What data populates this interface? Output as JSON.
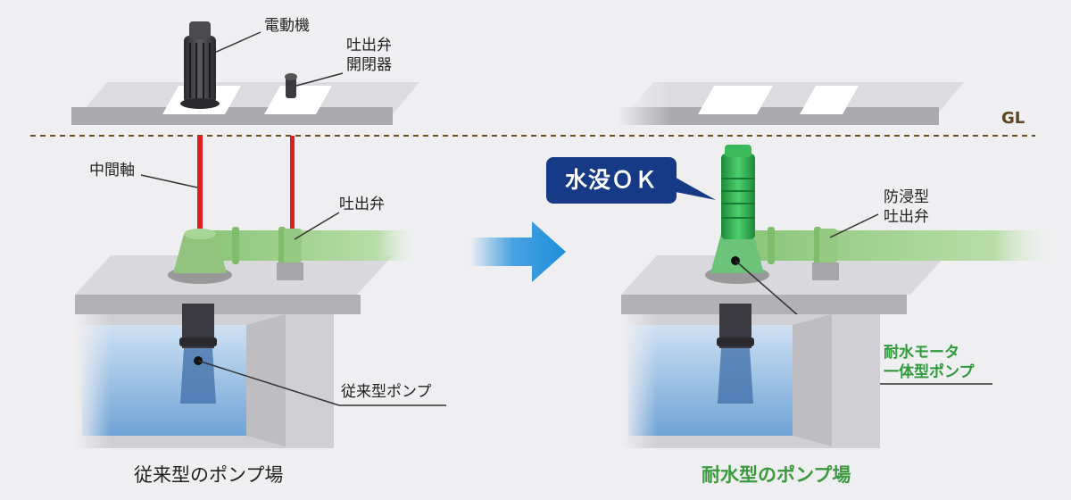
{
  "labels": {
    "motor": "電動機",
    "valve_opener_line1": "吐出弁",
    "valve_opener_line2": "開閉器",
    "intermediate_shaft": "中間軸",
    "discharge_valve": "吐出弁",
    "conventional_pump": "従来型ポンプ",
    "floodproof_valve_line1": "防浸型",
    "floodproof_valve_line2": "吐出弁",
    "waterproof_pump_line1": "耐水モータ",
    "waterproof_pump_line2": "一体型ポンプ",
    "ground_level": "GL",
    "submersion_ok": "水没ＯＫ"
  },
  "captions": {
    "conventional": "従来型のポンプ場",
    "waterproof": "耐水型のポンプ場"
  },
  "colors": {
    "shaft_red": "#e02020",
    "pipe_green": "#9fd08a",
    "motor_green": "#2ca04a",
    "bubble_navy": "#163a86",
    "arrow_blue": "#1e8fdc",
    "water_blue": "#6fa8dc",
    "caption_green": "#3a9a3c"
  }
}
